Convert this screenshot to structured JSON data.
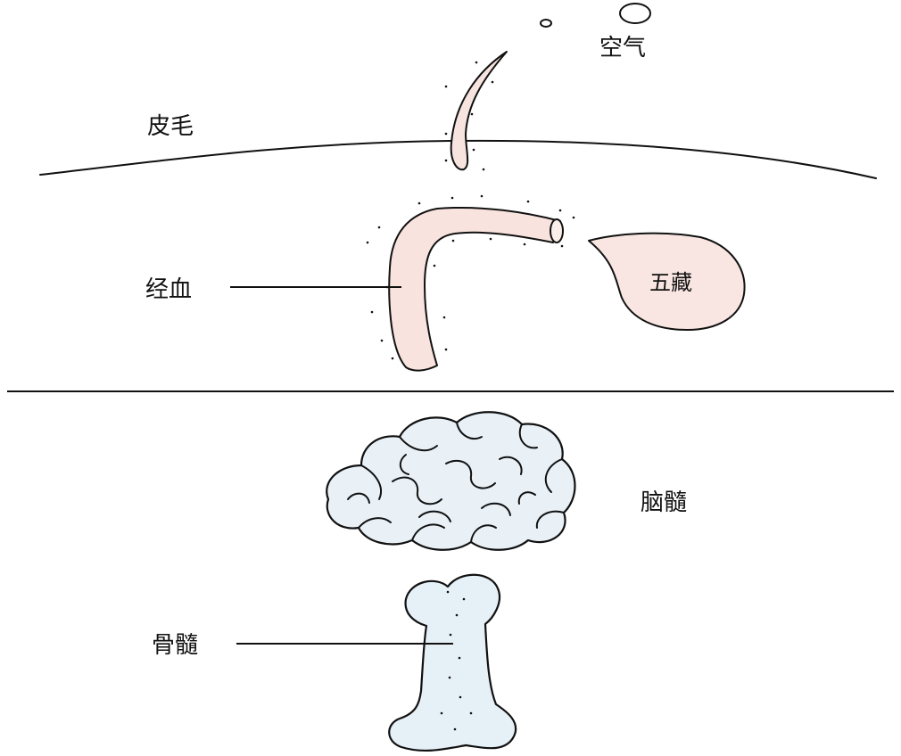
{
  "labels": {
    "air": "空气",
    "skin_hair": "皮毛",
    "meridian_blood": "经血",
    "five_organs": "五藏",
    "brain_marrow": "脑髓",
    "bone_marrow": "骨髓"
  },
  "colors": {
    "line": "#111111",
    "hair_fill": "#f7e4df",
    "vessel_fill": "#f9e3de",
    "organ_fill": "#f9e6e2",
    "brain_fill": "#e9f1f7",
    "bone_fill": "#e6f0f7"
  }
}
